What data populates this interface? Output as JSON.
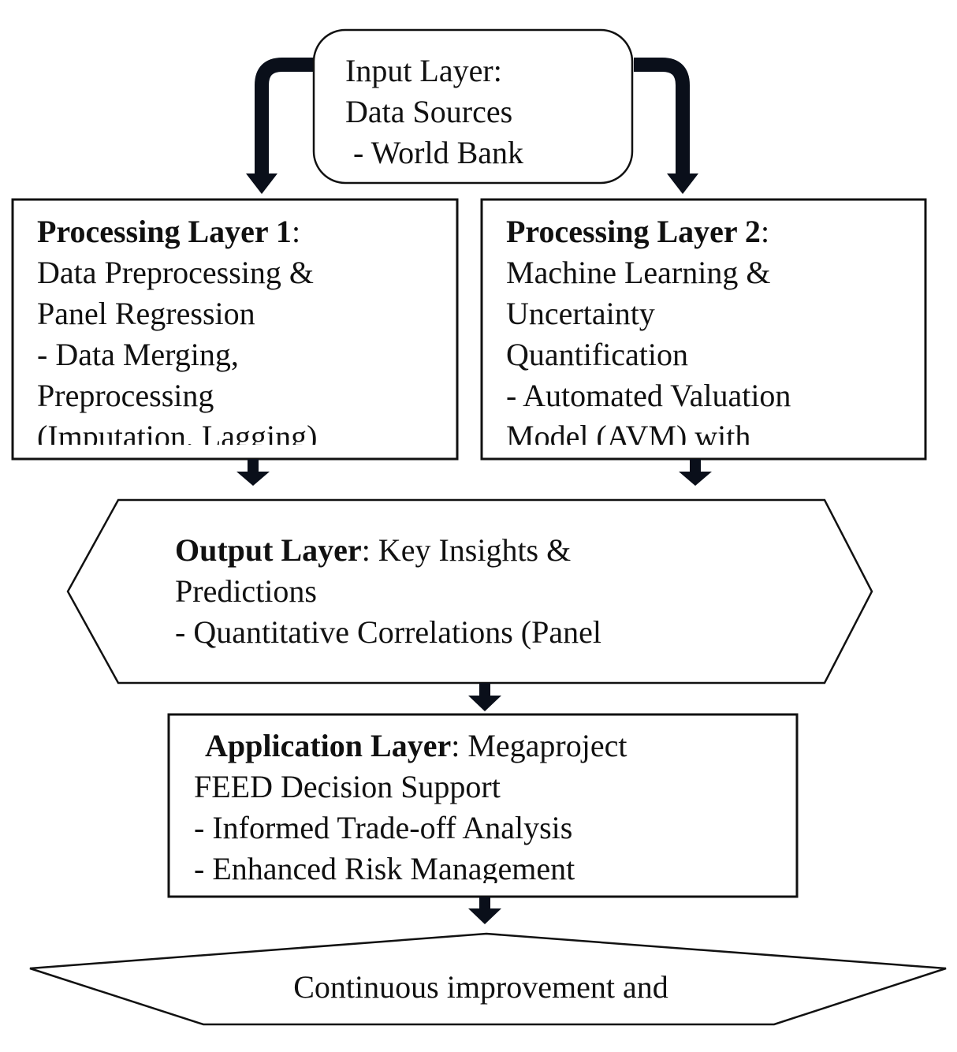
{
  "input_layer": {
    "title": "Input Layer:",
    "lines": [
      "Data Sources",
      " - World Bank"
    ]
  },
  "processing_layer_1": {
    "title_bold": "Processing Layer 1",
    "title_suffix": ":",
    "lines": [
      "Data Preprocessing &",
      "Panel Regression",
      "- Data Merging,",
      "Preprocessing",
      "(Imputation, Lagging)"
    ]
  },
  "processing_layer_2": {
    "title_bold": "Processing Layer 2",
    "title_suffix": ":",
    "lines": [
      "Machine Learning &",
      "Uncertainty",
      "Quantification",
      "- Automated Valuation",
      "Model (AVM) with"
    ]
  },
  "output_layer": {
    "title_bold": "Output Layer",
    "title_suffix": ": Key Insights &",
    "lines": [
      "Predictions",
      "- Quantitative Correlations (Panel"
    ]
  },
  "application_layer": {
    "title_bold": "Application Layer",
    "title_suffix": ": Megaproject",
    "lines": [
      "FEED Decision Support",
      "- Informed Trade-off Analysis",
      "- Enhanced Risk Management"
    ]
  },
  "feedback_layer": {
    "text": "Continuous improvement and"
  },
  "colors": {
    "stroke": "#111111",
    "arrow": "#0a0f1a",
    "fill": "#ffffff"
  }
}
